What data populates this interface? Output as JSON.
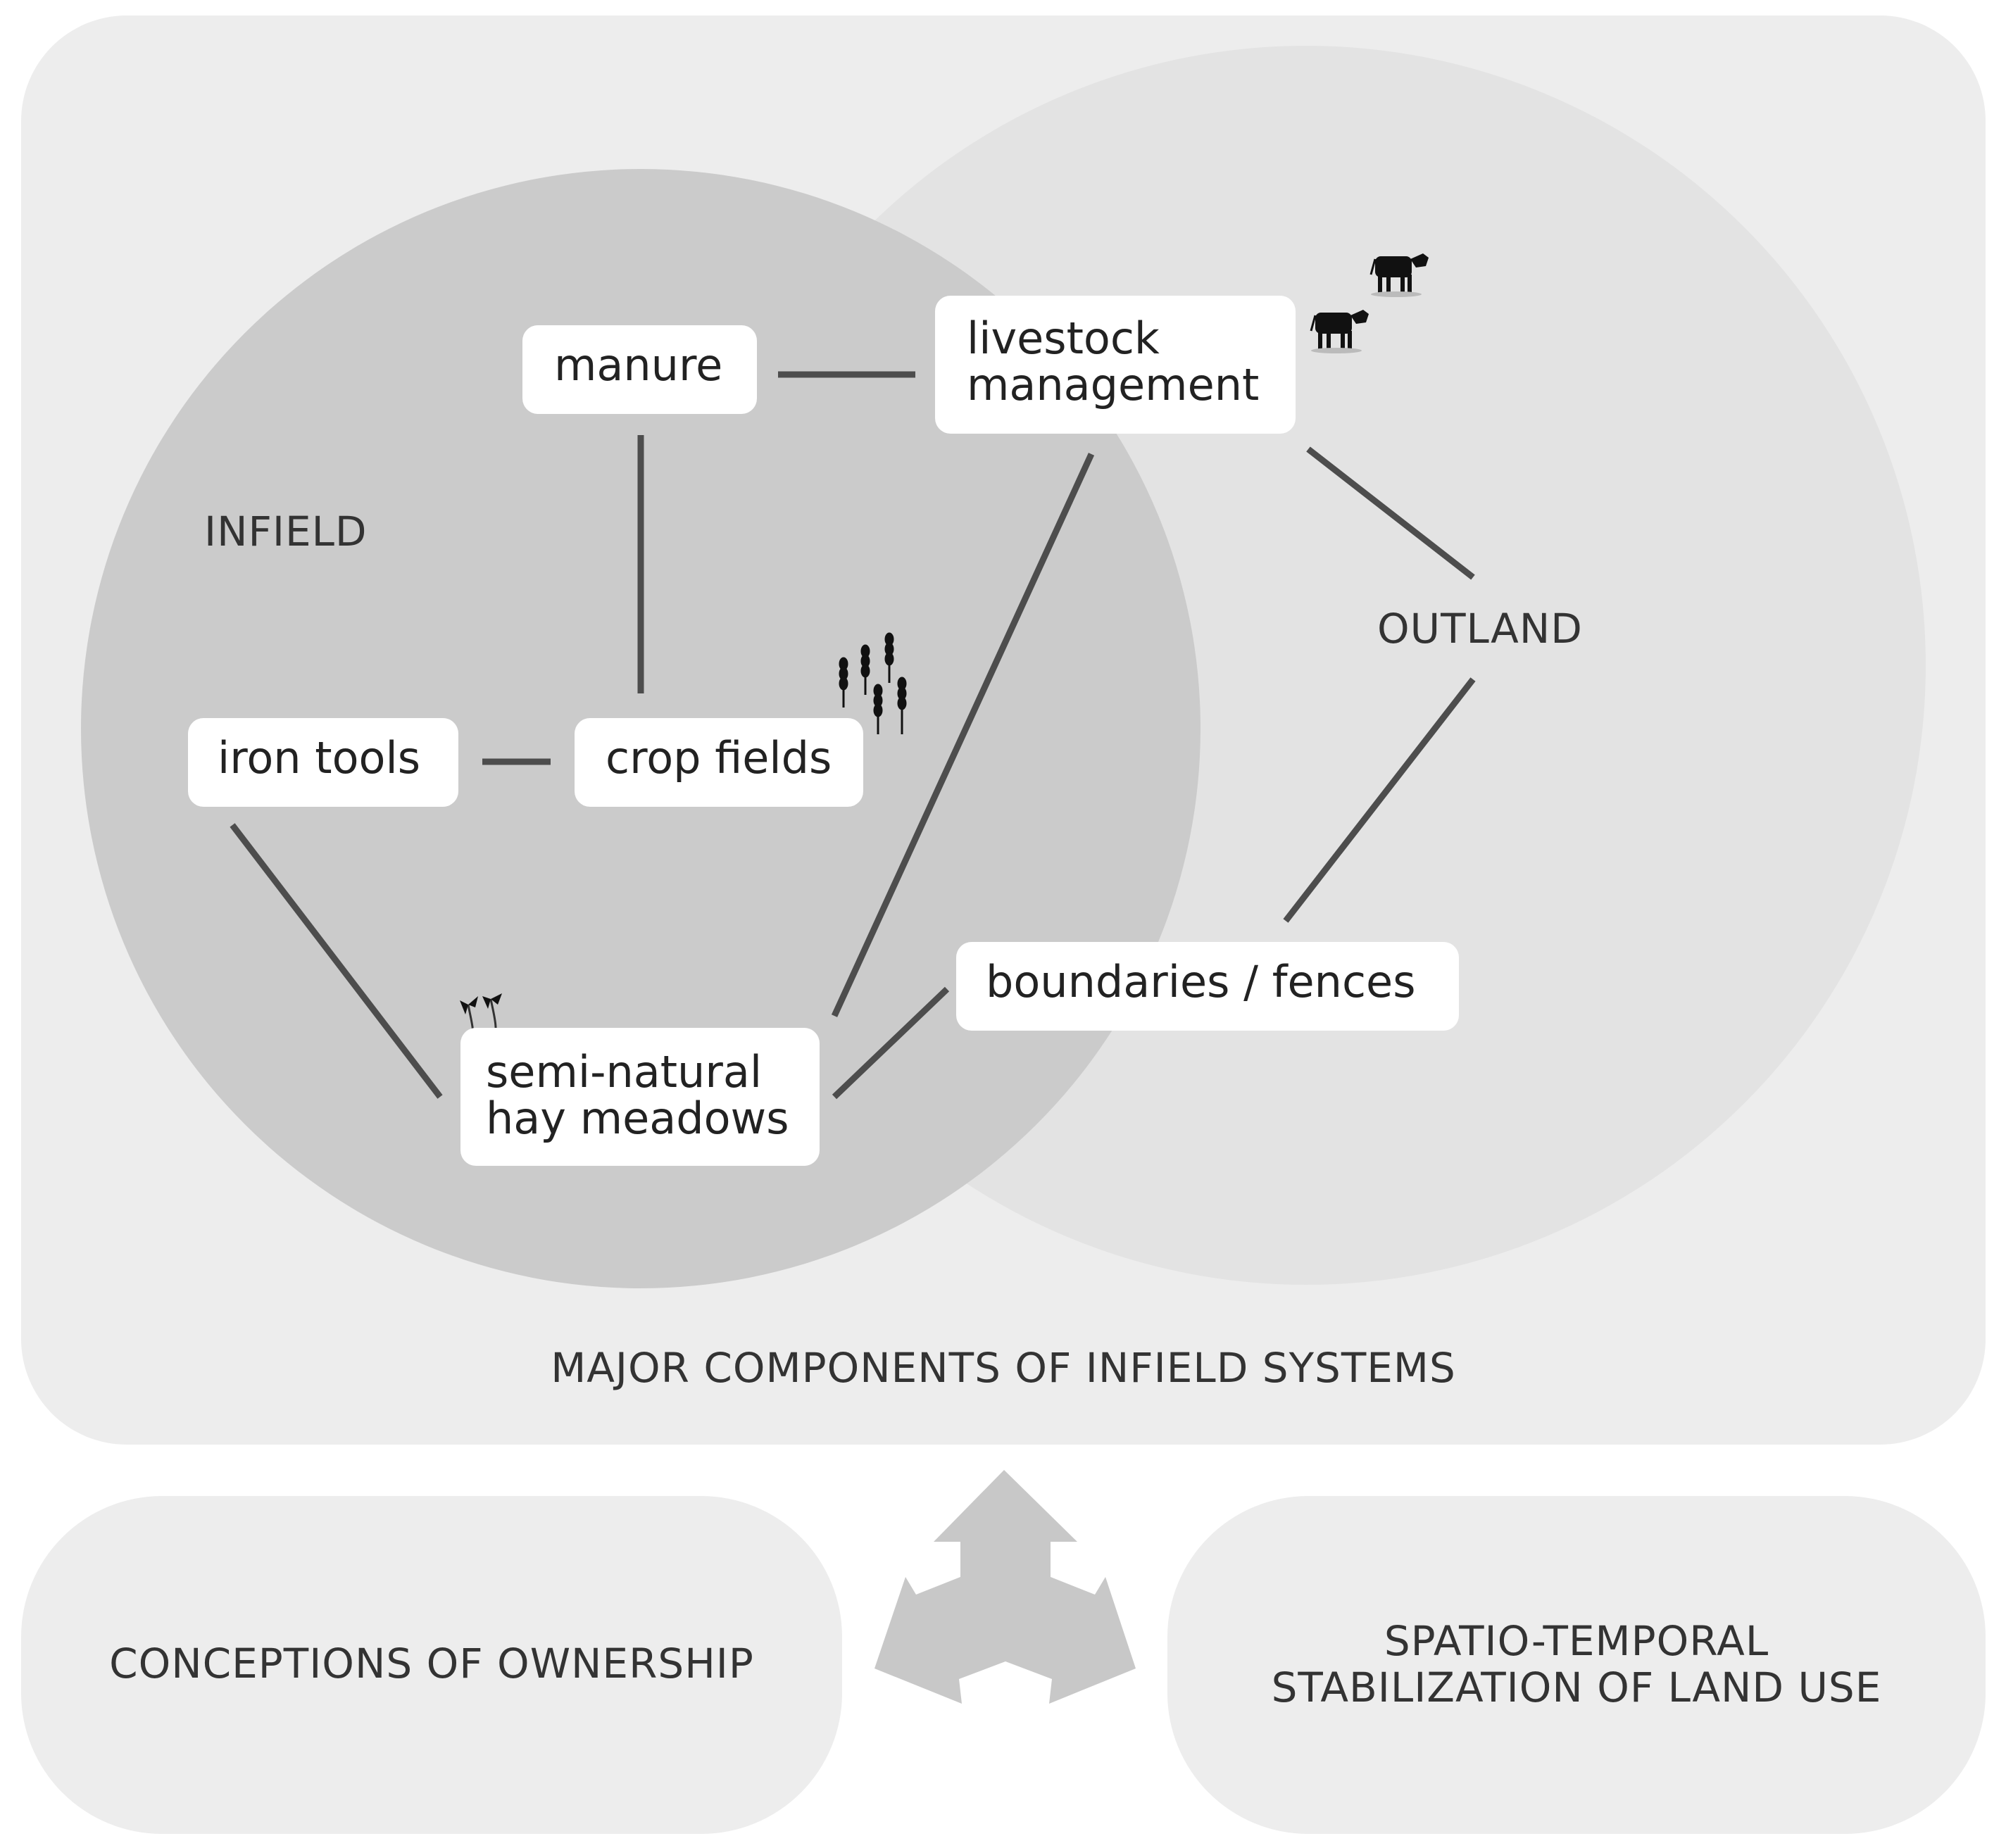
{
  "diagram": {
    "region_labels": {
      "infield": "INFIELD",
      "outland": "OUTLAND"
    },
    "nodes": {
      "manure": "manure",
      "livestock_line1": "livestock",
      "livestock_line2": "management",
      "iron_tools": "iron tools",
      "crop_fields": "crop fields",
      "boundaries": "boundaries / fences",
      "meadows_line1": "semi-natural",
      "meadows_line2": "hay meadows"
    },
    "main_caption": "MAJOR COMPONENTS OF INFIELD SYSTEMS",
    "bottom": {
      "left": "CONCEPTIONS OF OWNERSHIP",
      "right_line1": "SPATIO-TEMPORAL",
      "right_line2": "STABILIZATION OF LAND USE"
    },
    "icons": [
      "cow-icon",
      "wheat-icon",
      "meadow-flower-icon"
    ],
    "colors": {
      "background_panel": "#ededed",
      "outland_circle": "#e3e3e3",
      "infield_circle": "#cbcbcb",
      "connector": "#4d4d4d",
      "arrow": "#c8c8c8"
    }
  }
}
